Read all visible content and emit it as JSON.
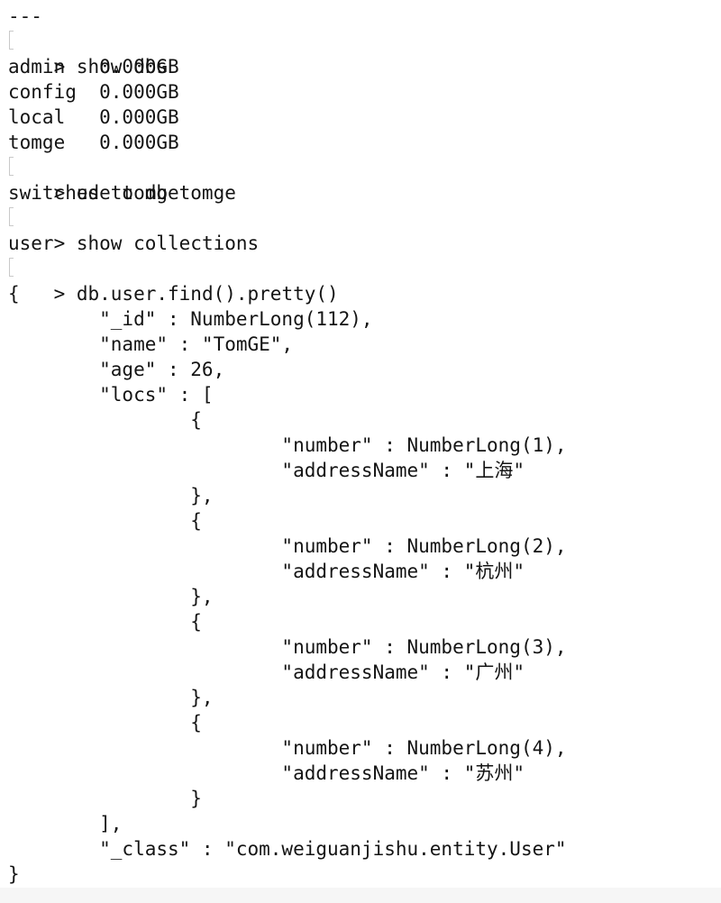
{
  "terminal": {
    "top_partial_text": "---",
    "cmd_show_dbs": "> show dbs",
    "dbs": [
      "admin   0.000GB",
      "config  0.000GB",
      "local   0.000GB",
      "tomge   0.000GB"
    ],
    "cmd_use": "> use tomge",
    "out_switched": "switched to db tomge",
    "cmd_show_collections": "> show collections",
    "out_collection": "user",
    "cmd_find": "> db.user.find().pretty()",
    "doc": {
      "open": "{",
      "id_line": "        \"_id\" : NumberLong(112),",
      "name_line": "        \"name\" : \"TomGE\",",
      "age_line": "        \"age\" : 26,",
      "locs_open": "        \"locs\" : [",
      "locs": [
        {
          "open": "                {",
          "number_line": "                        \"number\" : NumberLong(1),",
          "address_line": "                        \"addressName\" : \"上海\"",
          "close": "                },"
        },
        {
          "open": "                {",
          "number_line": "                        \"number\" : NumberLong(2),",
          "address_line": "                        \"addressName\" : \"杭州\"",
          "close": "                },"
        },
        {
          "open": "                {",
          "number_line": "                        \"number\" : NumberLong(3),",
          "address_line": "                        \"addressName\" : \"广州\"",
          "close": "                },"
        },
        {
          "open": "                {",
          "number_line": "                        \"number\" : NumberLong(4),",
          "address_line": "                        \"addressName\" : \"苏州\"",
          "close": "                }"
        }
      ],
      "locs_close": "        ],",
      "class_line": "        \"_class\" : \"com.weiguanjishu.entity.User\"",
      "close": "}"
    },
    "prompt": ">"
  }
}
